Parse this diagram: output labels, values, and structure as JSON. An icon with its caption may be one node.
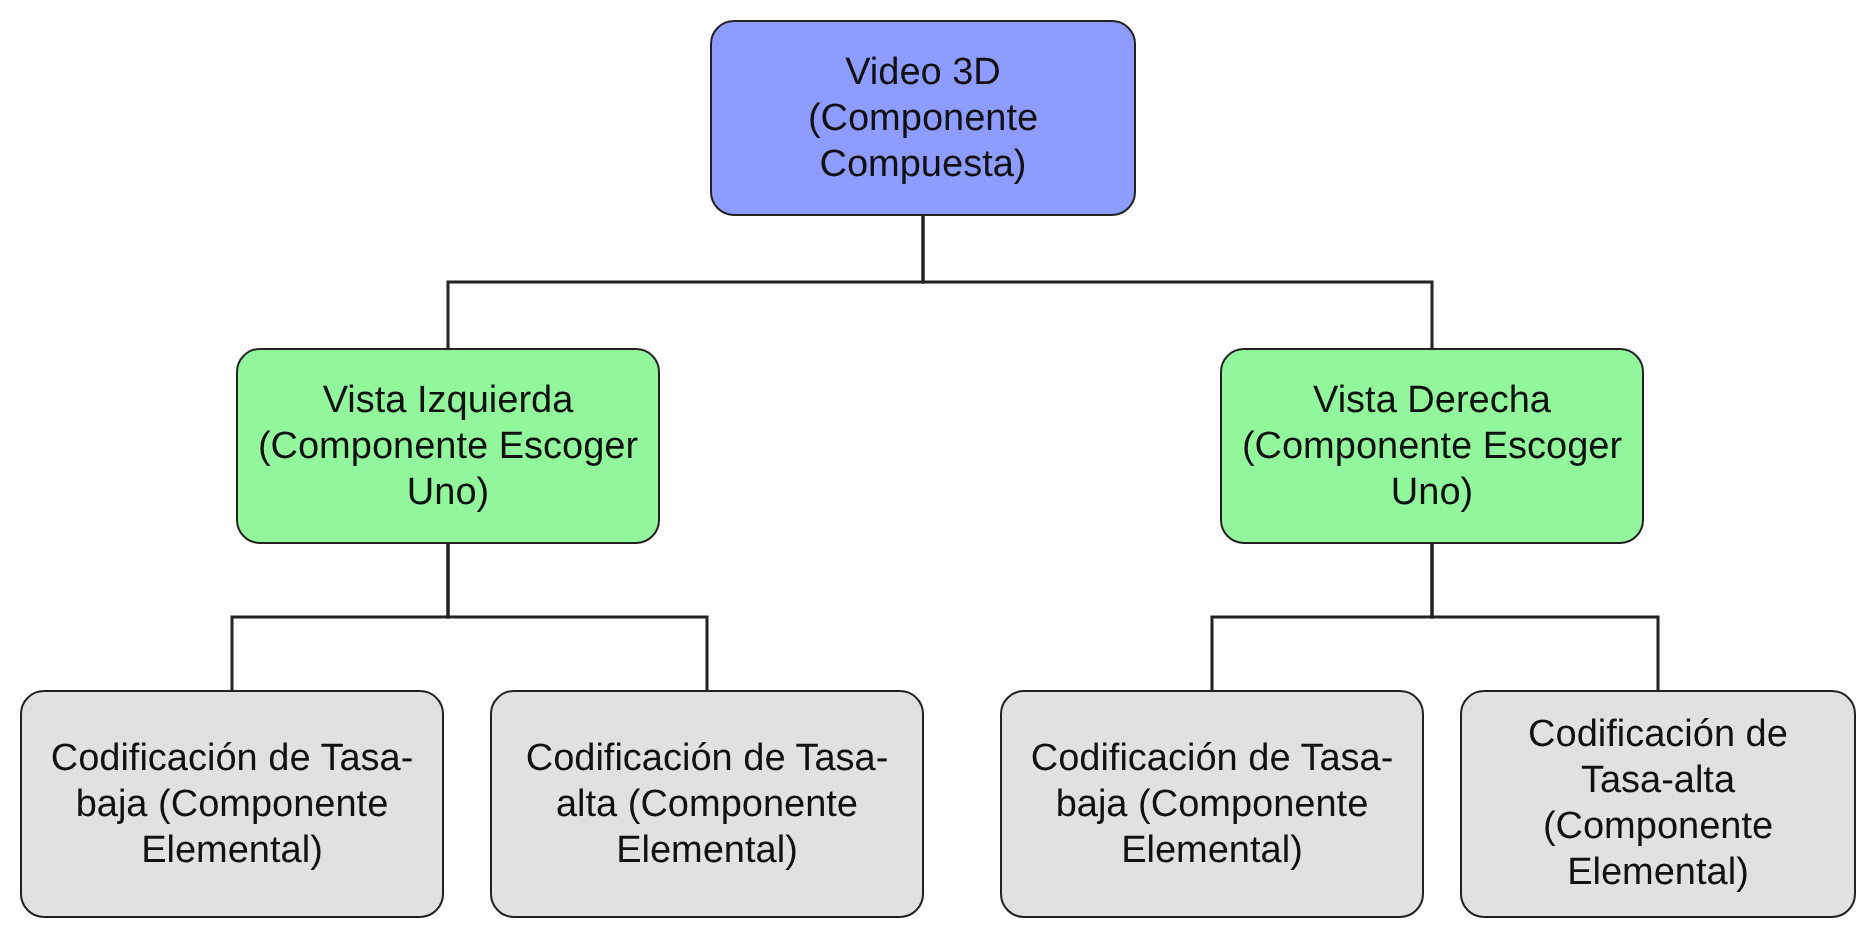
{
  "diagram": {
    "nodes": [
      {
        "text": [
          "Video 3D (Componente Compuesta)"
        ]
      },
      {
        "text": [
          "Vista Izquierda (Componente Escoger Uno)"
        ]
      },
      {
        "text": [
          "Vista Derecha (Componente Escoger Uno)"
        ]
      },
      {
        "text": [
          "Codificación de Tasa-baja (Componente Elemental)"
        ]
      },
      {
        "text": [
          "Codificación de Tasa-alta (Componente Elemental)"
        ]
      },
      {
        "text": [
          "Codificación de Tasa-baja (Componente Elemental)"
        ]
      },
      {
        "text": [
          "Codificación de Tasa-alta (Componente Elemental)"
        ]
      }
    ],
    "edges": [
      {
        "from": 0,
        "to": 1,
        "arrow": "none"
      },
      {
        "from": 0,
        "to": 2,
        "arrow": "none"
      },
      {
        "from": 1,
        "to": 3,
        "arrow": "none"
      },
      {
        "from": 1,
        "to": 4,
        "arrow": "none"
      },
      {
        "from": 2,
        "to": 5,
        "arrow": "none"
      },
      {
        "from": 2,
        "to": 6,
        "arrow": "none"
      }
    ]
  }
}
